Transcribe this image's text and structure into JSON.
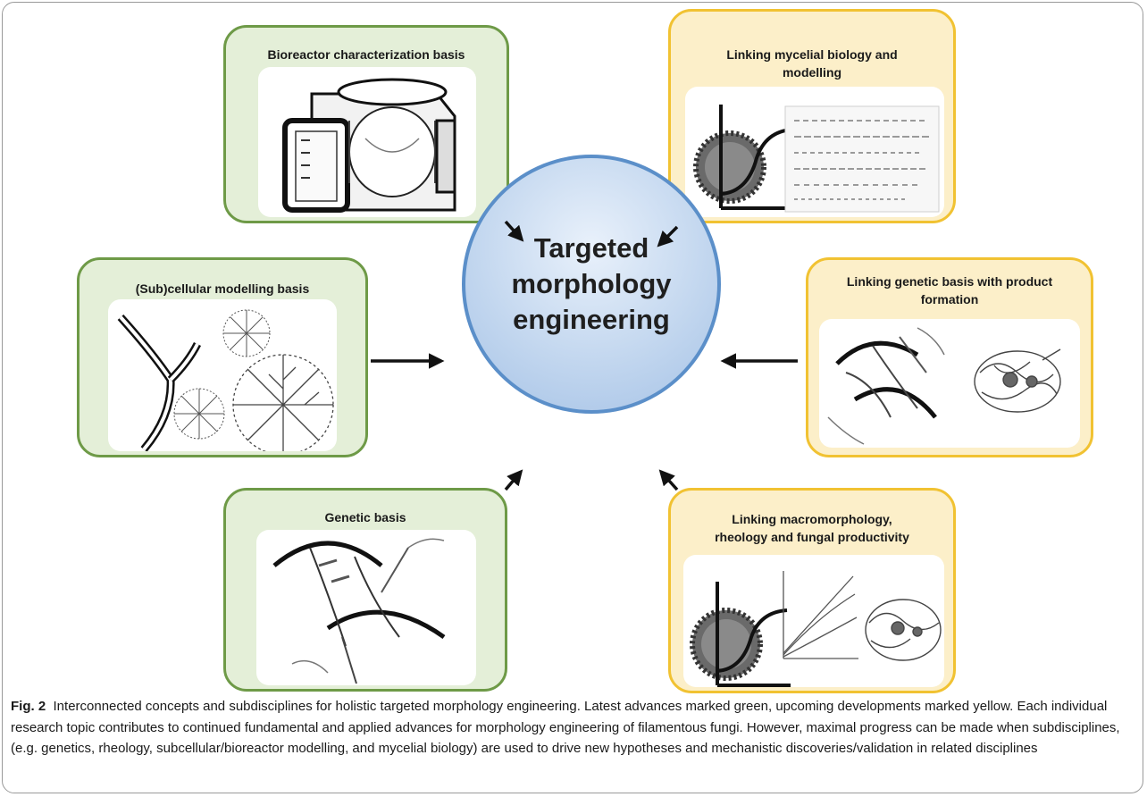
{
  "boxes": {
    "bioreactor": {
      "title": "Bioreactor characterization basis"
    },
    "mycelial_modelling": {
      "title": "Linking mycelial biology and modelling"
    },
    "subcellular": {
      "title": "(Sub)cellular modelling basis"
    },
    "genetic_product": {
      "title": "Linking genetic basis with product formation"
    },
    "genetic": {
      "title": "Genetic basis"
    },
    "macromorphology": {
      "title": "Linking macromorphology, rheology and fungal productivity"
    }
  },
  "center": {
    "line1": "Targeted",
    "line2": "morphology",
    "line3": "engineering"
  },
  "caption": {
    "label": "Fig. 2",
    "text": "Interconnected concepts and subdisciplines for holistic targeted morphology engineering. Latest advances marked green, upcoming developments marked yellow. Each individual research topic contributes to continued fundamental and applied advances for morphology engineering of filamentous fungi. However, maximal progress can be made when subdisciplines, (e.g. genetics, rheology, subcellular/bioreactor modelling, and mycelial biology) are used to drive new hypotheses and mechanistic discoveries/validation in related disciplines"
  },
  "colors": {
    "green_fill": "#e4efd8",
    "green_border": "#6e9a47",
    "yellow_fill": "#fcefc9",
    "yellow_border": "#f1c232",
    "circle_border": "#5b8fc9"
  }
}
